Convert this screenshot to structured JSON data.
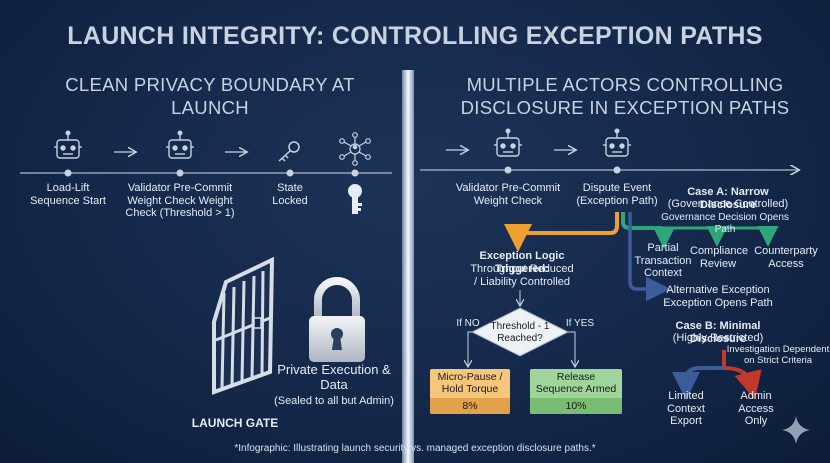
{
  "title": "LAUNCH INTEGRITY: CONTROLLING EXCEPTION PATHS",
  "left": {
    "heading": "CLEAN PRIVACY BOUNDARY AT LAUNCH",
    "steps": [
      {
        "label": "Load-Lift Sequence Start",
        "icon": "robot-icon"
      },
      {
        "label": "Validator Pre-Commit Weight Check Weight Check (Threshold > 1)",
        "icon": "robot-icon"
      },
      {
        "label": "State Locked",
        "icon": "key-icon"
      }
    ],
    "network_icon": "network-admin-icon",
    "lock_icon": "keyhole-icon",
    "gate_label": "LAUNCH GATE",
    "private_title": "Private Execution & Data",
    "private_sub": "(Sealed to all but Admin)"
  },
  "right": {
    "heading": "MULTIPLE ACTORS CONTROLLING DISCLOSURE IN EXCEPTION PATHS",
    "step_validator": "Validator Pre-Commit Weight Check",
    "step_dispute": "Dispute Event (Exception Path)",
    "case_a_title": "Case A: Narrow Disclosure",
    "case_a_sub": "(Governance Controlled)",
    "governance_note": "Governance Decision Opens Path",
    "partial": "Partial Transaction Context",
    "compliance": "Compliance Review",
    "counterparty": "Counterparty Access",
    "alt_path": "Alternative Exception Exception Opens Path",
    "exception_title": "Exception Logic Triggered:",
    "exception_sub": "Throughput Reduced / Liability Controlled",
    "if_no": "If NO",
    "if_yes": "If YES",
    "decision": "Threshold - 1 Reached?",
    "micro_pause": "Micro-Pause / Hold Torque",
    "micro_pause_pct": "8%",
    "release": "Release Sequence Armed",
    "release_pct": "10%",
    "case_b_title": "Case B: Minimal Disclosure",
    "case_b_sub": "(Highly Restricted)",
    "investigation": "Investigation Dependent on Strict Criteria",
    "limited": "Limited Context Export",
    "admin_access": "Admin Access Only"
  },
  "footnote": "*Infographic: Illustrating launch security vs. managed exception disclosure paths.*",
  "colors": {
    "background": "#14284a",
    "orange": "#f0a030",
    "green": "#2fa67a",
    "red": "#c0392b",
    "blue": "#3c5c9a",
    "micro_pause_fill": "#f6c77a",
    "release_fill": "#9fd49a"
  }
}
